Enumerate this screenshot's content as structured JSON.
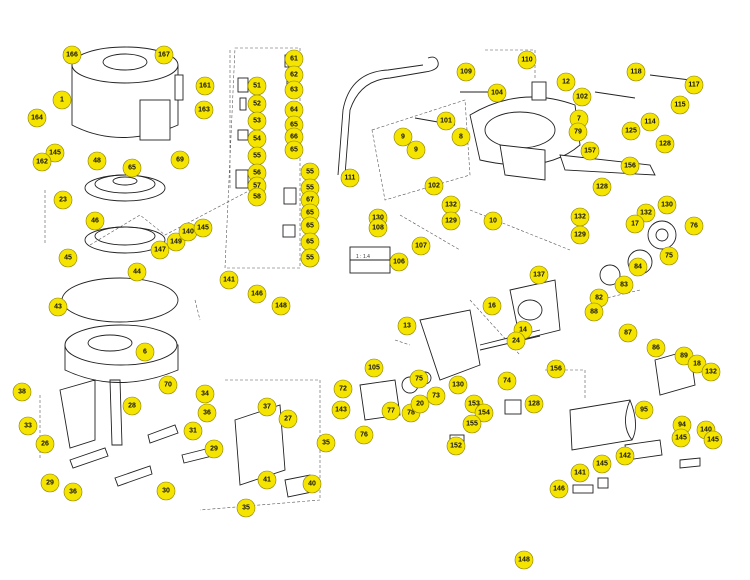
{
  "diagram": {
    "type": "exploded parts diagram",
    "callout_color": "#f5e400",
    "callout_labels": [
      "166",
      "167",
      "1",
      "161",
      "164",
      "163",
      "145",
      "162",
      "48",
      "65",
      "69",
      "23",
      "46",
      "45",
      "147",
      "149",
      "140",
      "145",
      "141",
      "44",
      "146",
      "148",
      "43",
      "6",
      "70",
      "34",
      "38",
      "28",
      "36",
      "33",
      "31",
      "26",
      "29",
      "27",
      "37",
      "35",
      "29",
      "30",
      "36",
      "41",
      "40",
      "35",
      "61",
      "51",
      "52",
      "53",
      "54",
      "55",
      "56",
      "57",
      "58",
      "62",
      "63",
      "64",
      "65",
      "66",
      "65",
      "55",
      "55",
      "67",
      "65",
      "65",
      "65",
      "65",
      "55",
      "110",
      "109",
      "104",
      "12",
      "102",
      "101",
      "8",
      "9",
      "9",
      "111",
      "7",
      "79",
      "114",
      "115",
      "118",
      "117",
      "125",
      "157",
      "156",
      "128",
      "128",
      "102",
      "132",
      "129",
      "10",
      "132",
      "129",
      "130",
      "132",
      "76",
      "75",
      "17",
      "84",
      "83",
      "82",
      "88",
      "137",
      "16",
      "14",
      "13",
      "24",
      "87",
      "86",
      "89",
      "18",
      "132",
      "130",
      "108",
      "107",
      "106",
      "105",
      "72",
      "143",
      "76",
      "77",
      "78",
      "20",
      "75",
      "130",
      "73",
      "74",
      "152",
      "153",
      "154",
      "155",
      "128",
      "156",
      "95",
      "94",
      "145",
      "140",
      "145",
      "142",
      "145",
      "141",
      "146",
      "148"
    ],
    "small_text": [
      "1 : 1.4"
    ]
  }
}
